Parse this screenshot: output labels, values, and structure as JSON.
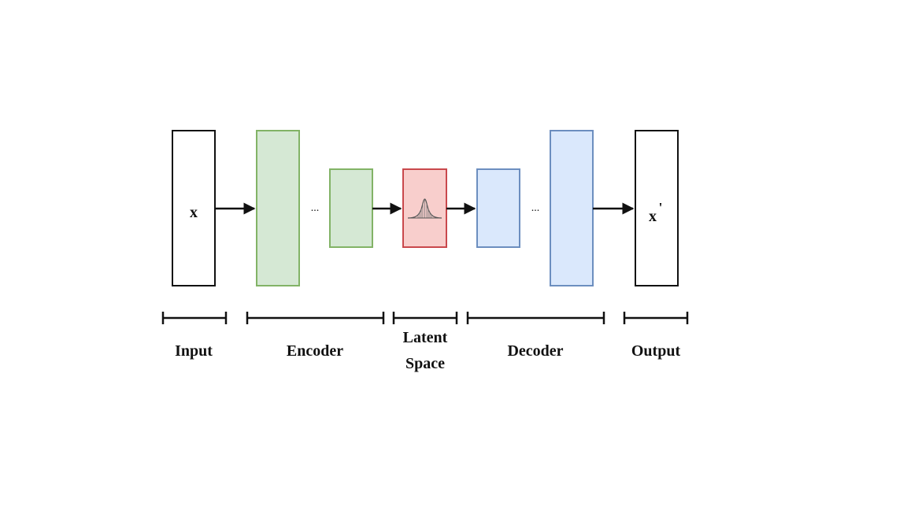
{
  "blocks": {
    "input": {
      "text": "x",
      "stroke": "#111111",
      "fill": "#ffffff"
    },
    "encoder": {
      "stroke": "#82b366",
      "fill": "#d5e8d4"
    },
    "latent": {
      "stroke": "#c9484c",
      "fill": "#f8cecc"
    },
    "decoder": {
      "stroke": "#6c8ebf",
      "fill": "#dae8fc"
    },
    "output": {
      "text": "x",
      "prime": "'",
      "stroke": "#111111",
      "fill": "#ffffff"
    }
  },
  "ellipsis": {
    "encoder": "...",
    "decoder": "..."
  },
  "sections": {
    "input": "Input",
    "encoder": "Encoder",
    "latent_line1": "Latent",
    "latent_line2": "Space",
    "decoder": "Decoder",
    "output": "Output"
  },
  "arrow_color": "#111111",
  "latent_icon": "gaussian-distribution-icon"
}
